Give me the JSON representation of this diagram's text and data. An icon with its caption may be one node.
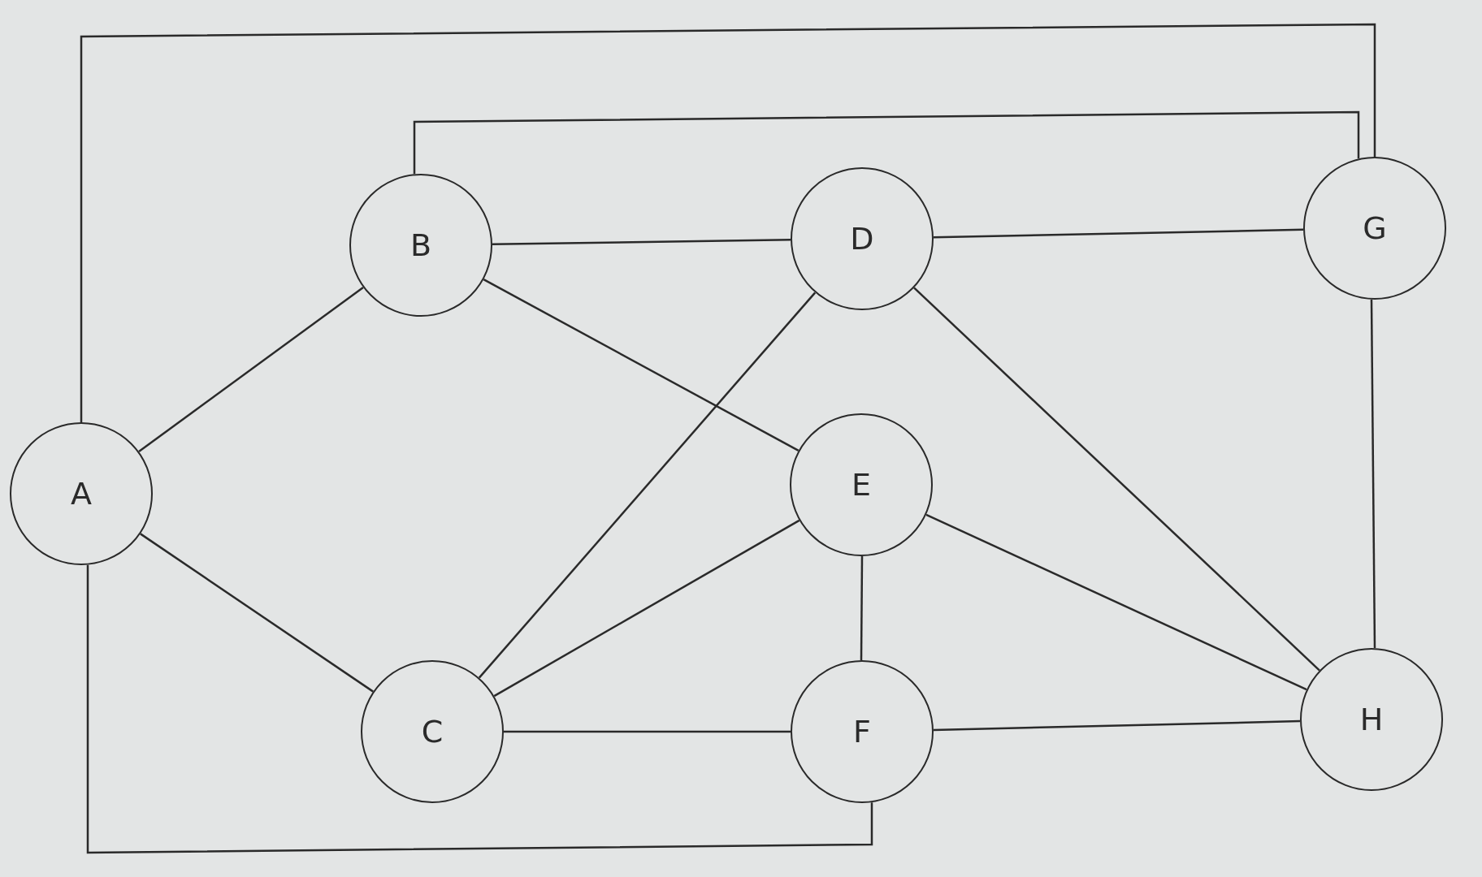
{
  "diagram": {
    "nodes": [
      {
        "text": [
          "A"
        ]
      },
      {
        "text": [
          "B"
        ]
      },
      {
        "text": [
          "C"
        ]
      },
      {
        "text": [
          "D"
        ]
      },
      {
        "text": [
          "E"
        ]
      },
      {
        "text": [
          "F"
        ]
      },
      {
        "text": [
          "G"
        ]
      },
      {
        "text": [
          "H"
        ]
      }
    ],
    "edges": [
      {
        "from": 0,
        "to": 6,
        "arrow": "none"
      },
      {
        "from": 0,
        "to": 1,
        "arrow": "none"
      },
      {
        "from": 0,
        "to": 2,
        "arrow": "none"
      },
      {
        "from": 0,
        "to": 5,
        "arrow": "none"
      },
      {
        "from": 1,
        "to": 6,
        "arrow": "none"
      },
      {
        "from": 1,
        "to": 3,
        "arrow": "none"
      },
      {
        "from": 1,
        "to": 4,
        "arrow": "none"
      },
      {
        "from": 3,
        "to": 6,
        "arrow": "none"
      },
      {
        "from": 3,
        "to": 2,
        "arrow": "none"
      },
      {
        "from": 3,
        "to": 7,
        "arrow": "none"
      },
      {
        "from": 4,
        "to": 2,
        "arrow": "none"
      },
      {
        "from": 4,
        "to": 5,
        "arrow": "none"
      },
      {
        "from": 4,
        "to": 7,
        "arrow": "none"
      },
      {
        "from": 2,
        "to": 5,
        "arrow": "none"
      },
      {
        "from": 5,
        "to": 7,
        "arrow": "none"
      },
      {
        "from": 6,
        "to": 7,
        "arrow": "none"
      }
    ]
  }
}
